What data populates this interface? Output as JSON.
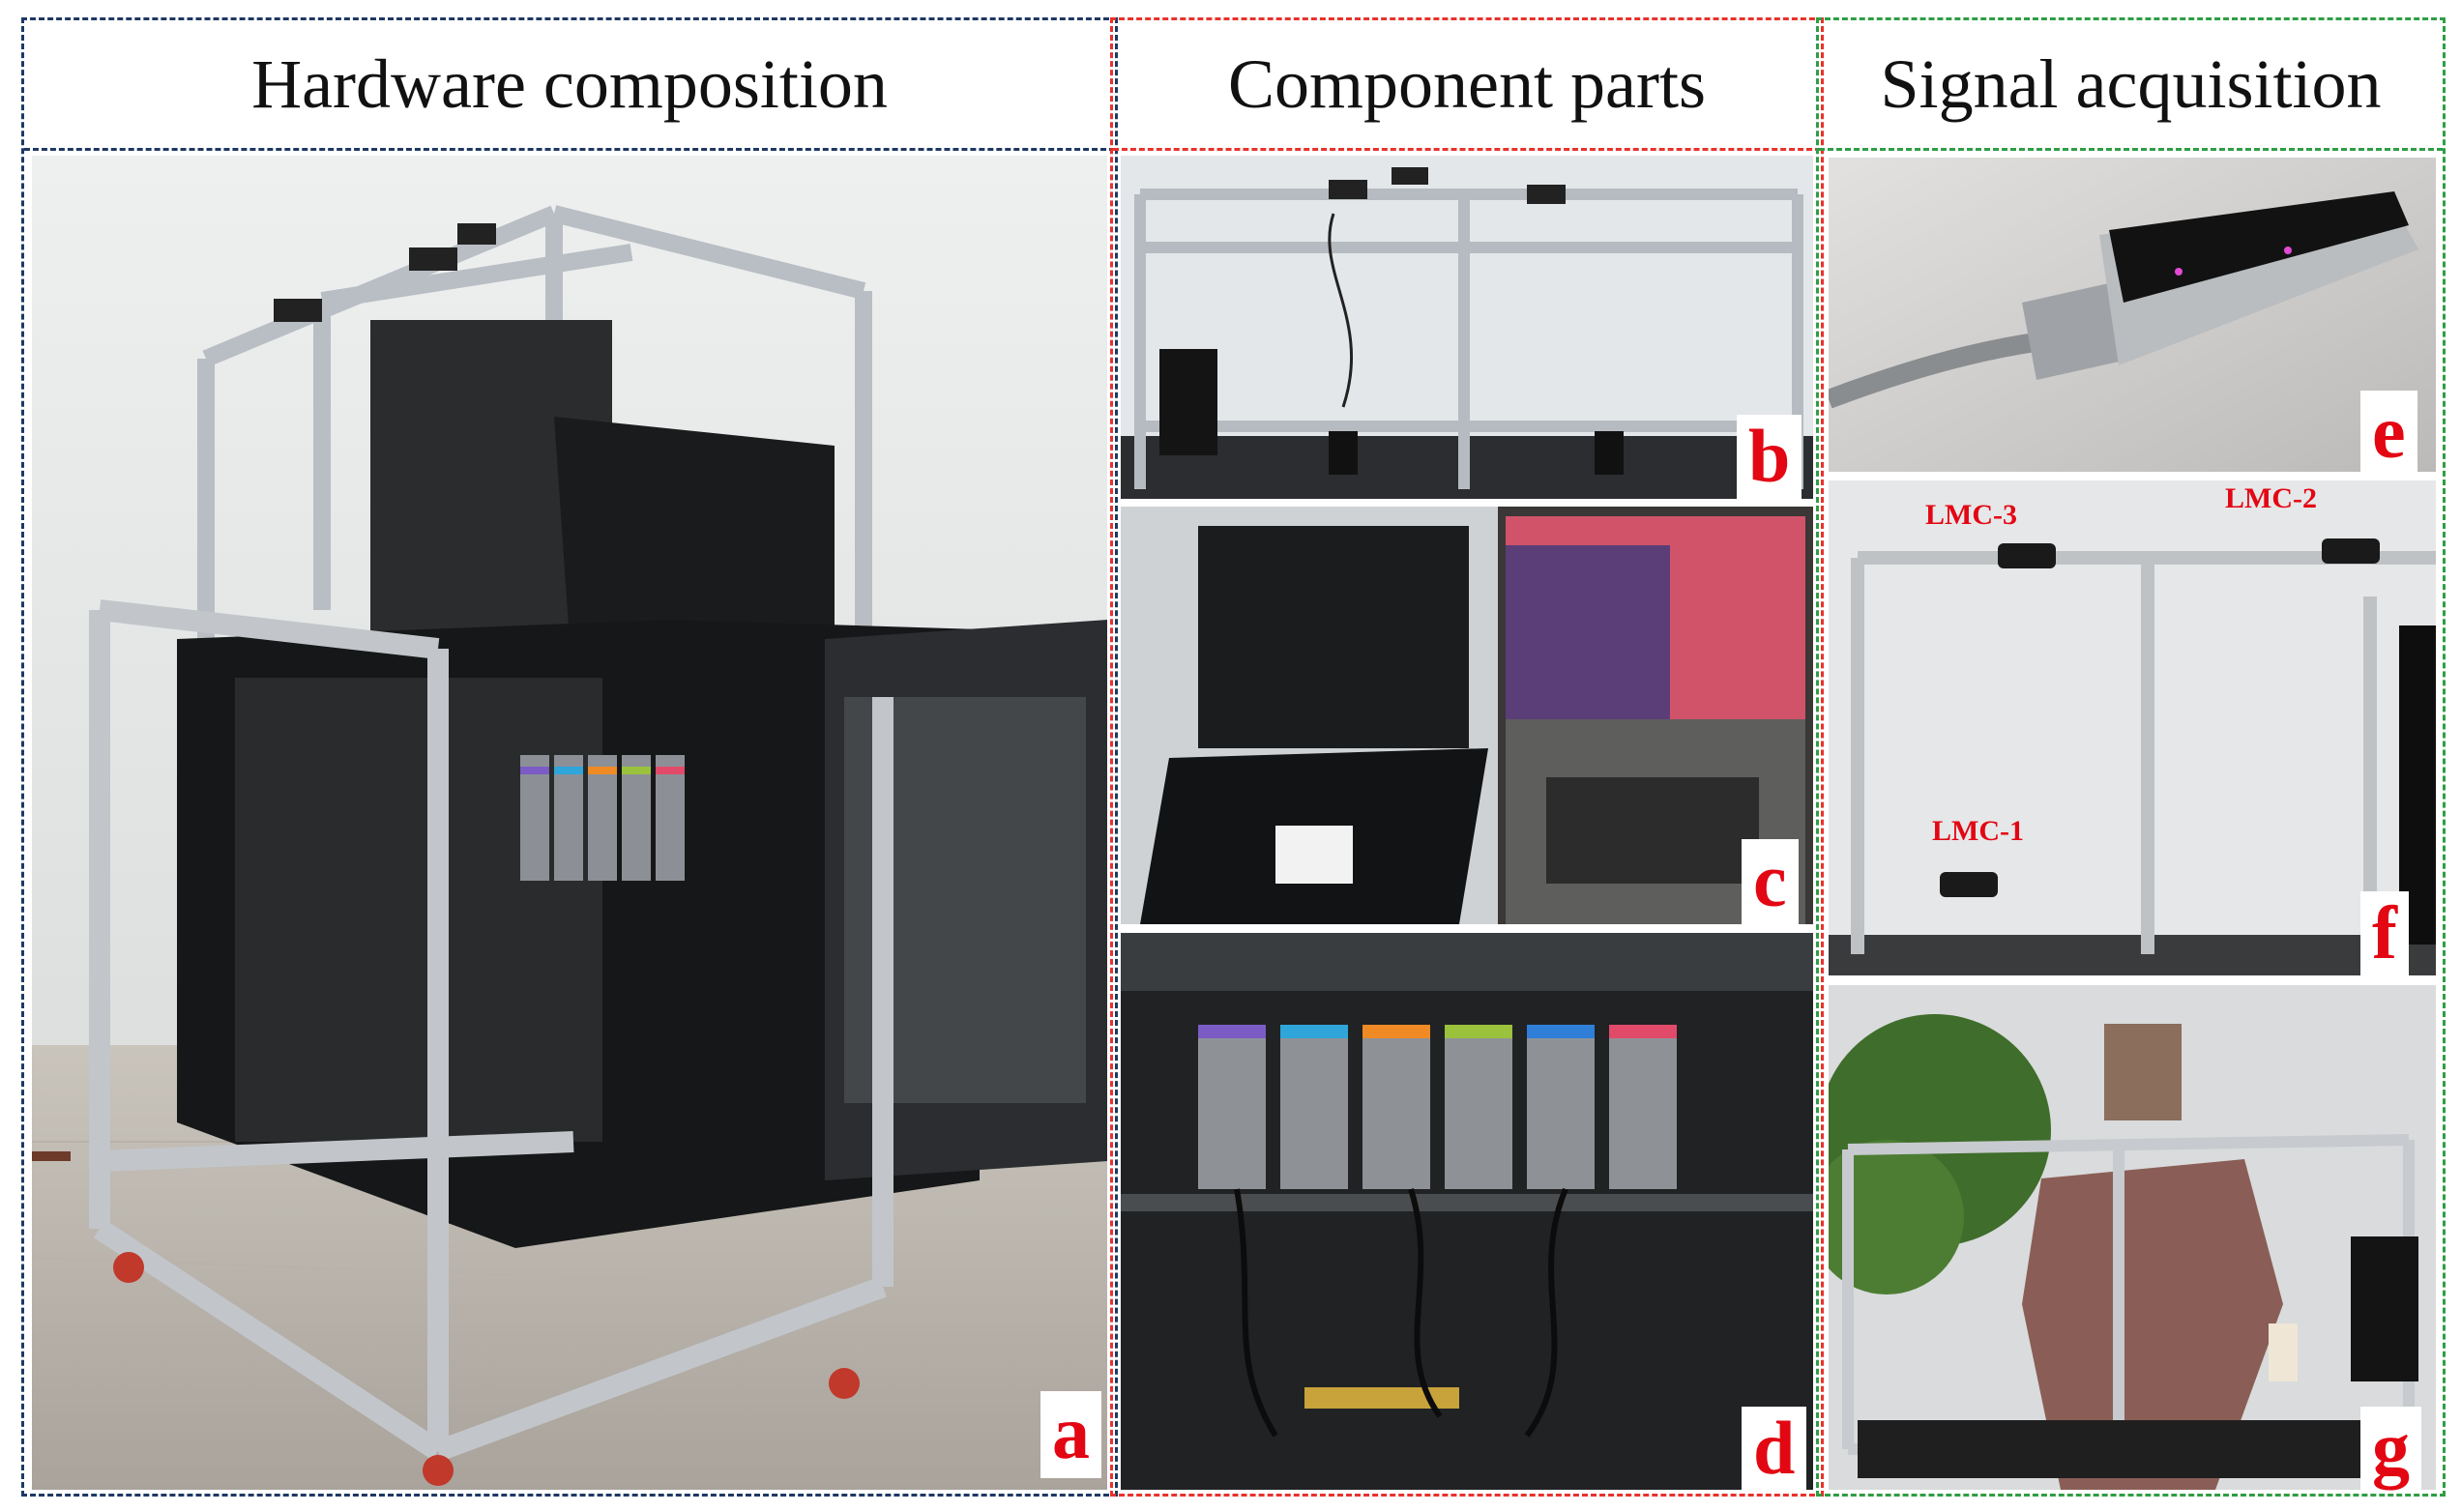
{
  "sections": {
    "hardware": {
      "title": "Hardware composition"
    },
    "component": {
      "title": "Component parts"
    },
    "signal": {
      "title": "Signal acquisition"
    }
  },
  "panels": {
    "a": "a",
    "b": "b",
    "c": "c",
    "d": "d",
    "e": "e",
    "f": "f",
    "g": "g"
  },
  "lmc_labels": {
    "lmc1": "LMC-1",
    "lmc2": "LMC-2",
    "lmc3": "LMC-3"
  },
  "colors": {
    "hardware_border": "#1f3864",
    "component_border": "#e8322b",
    "signal_border": "#2e9e44",
    "panel_letter": "#e30613"
  }
}
